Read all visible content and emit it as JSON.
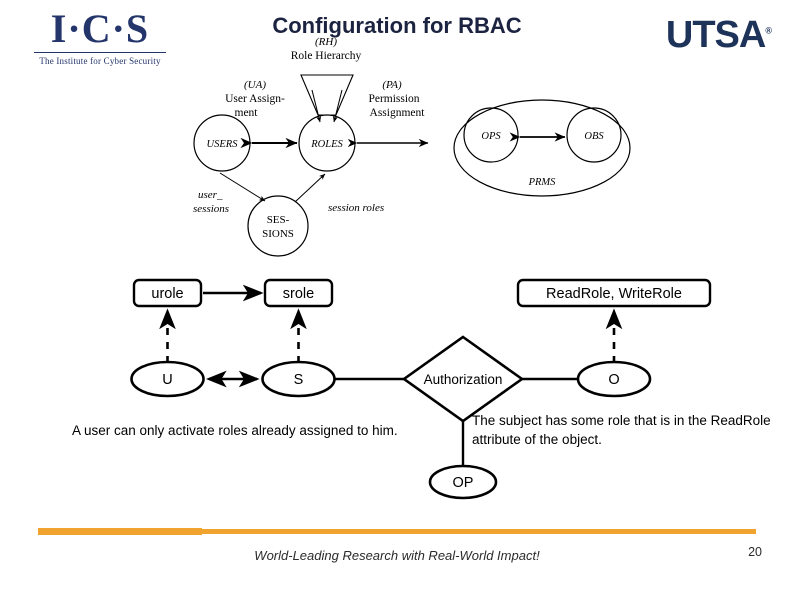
{
  "slide": {
    "title": "Configuration for RBAC",
    "page_number": "20"
  },
  "logos": {
    "ics": {
      "mark": "I·C·S",
      "tagline": "The Institute for Cyber Security",
      "color": "#23356b"
    },
    "utsa": {
      "mark": "UTSA",
      "registered": "®",
      "color": "#1e3359"
    }
  },
  "rbac_figure": {
    "rh_abbrev": "(RH)",
    "rh_label": "Role Hierarchy",
    "ua_abbrev": "(UA)",
    "ua_label_line1": "User Assign-",
    "ua_label_line2": "ment",
    "pa_abbrev": "(PA)",
    "pa_label_line1": "Permission",
    "pa_label_line2": "Assignment",
    "users": "USERS",
    "roles": "ROLES",
    "ops": "OPS",
    "obs": "OBS",
    "prms": "PRMS",
    "sessions_line1": "SES-",
    "sessions_line2": "SIONS",
    "user_sessions_line1": "user_",
    "user_sessions_line2": "sessions",
    "session_roles": "session roles"
  },
  "model": {
    "boxes": [
      {
        "id": "urole",
        "label": "urole"
      },
      {
        "id": "srole",
        "label": "srole"
      },
      {
        "id": "readwriterole",
        "label": "ReadRole, WriteRole"
      }
    ],
    "nodes": [
      {
        "id": "u",
        "label": "U"
      },
      {
        "id": "s",
        "label": "S"
      },
      {
        "id": "o",
        "label": "O"
      },
      {
        "id": "op",
        "label": "OP"
      }
    ],
    "diamond": {
      "id": "authorization",
      "label": "Authorization"
    }
  },
  "notes": {
    "left": "A user can only activate roles already assigned to him.",
    "right": "The subject has some role that is in the ReadRole attribute of the object."
  },
  "footer": {
    "tagline": "World-Leading Research with Real-World Impact!",
    "bar_color": "#f0a32e"
  }
}
